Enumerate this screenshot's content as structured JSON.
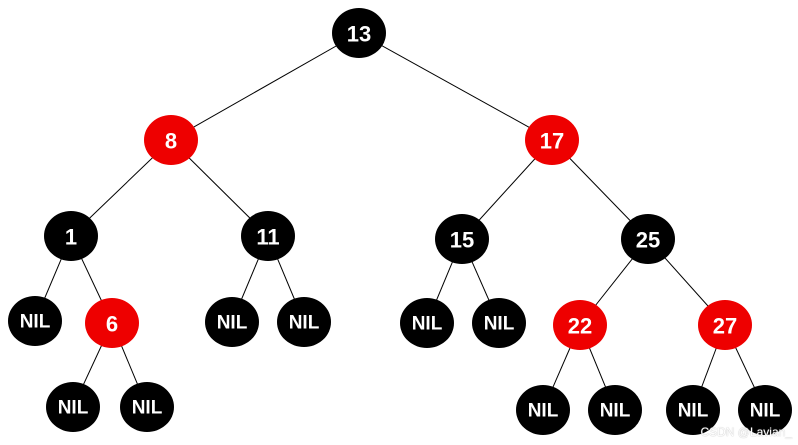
{
  "colors": {
    "red": "#ee0000",
    "black": "#000000",
    "edge": "#000000",
    "label": "#ffffff"
  },
  "tree": {
    "nodes": [
      {
        "id": "n13",
        "label": "13",
        "color": "black"
      },
      {
        "id": "n8",
        "label": "8",
        "color": "red"
      },
      {
        "id": "n17",
        "label": "17",
        "color": "red"
      },
      {
        "id": "n1",
        "label": "1",
        "color": "black"
      },
      {
        "id": "n11",
        "label": "11",
        "color": "black"
      },
      {
        "id": "n15",
        "label": "15",
        "color": "black"
      },
      {
        "id": "n25",
        "label": "25",
        "color": "black"
      },
      {
        "id": "nil1",
        "label": "NIL",
        "color": "black"
      },
      {
        "id": "n6",
        "label": "6",
        "color": "red"
      },
      {
        "id": "nil2",
        "label": "NIL",
        "color": "black"
      },
      {
        "id": "nil3",
        "label": "NIL",
        "color": "black"
      },
      {
        "id": "nil4",
        "label": "NIL",
        "color": "black"
      },
      {
        "id": "nil5",
        "label": "NIL",
        "color": "black"
      },
      {
        "id": "n22",
        "label": "22",
        "color": "red"
      },
      {
        "id": "n27",
        "label": "27",
        "color": "red"
      },
      {
        "id": "nil6",
        "label": "NIL",
        "color": "black"
      },
      {
        "id": "nil7",
        "label": "NIL",
        "color": "black"
      },
      {
        "id": "nil8",
        "label": "NIL",
        "color": "black"
      },
      {
        "id": "nil9",
        "label": "NIL",
        "color": "black"
      },
      {
        "id": "nil10",
        "label": "NIL",
        "color": "black"
      },
      {
        "id": "nil11",
        "label": "NIL",
        "color": "black"
      }
    ],
    "edges": [
      [
        "n13",
        "n8"
      ],
      [
        "n13",
        "n17"
      ],
      [
        "n8",
        "n1"
      ],
      [
        "n8",
        "n11"
      ],
      [
        "n17",
        "n15"
      ],
      [
        "n17",
        "n25"
      ],
      [
        "n1",
        "nil1"
      ],
      [
        "n1",
        "n6"
      ],
      [
        "n11",
        "nil2"
      ],
      [
        "n11",
        "nil3"
      ],
      [
        "n15",
        "nil4"
      ],
      [
        "n15",
        "nil5"
      ],
      [
        "n25",
        "n22"
      ],
      [
        "n25",
        "n27"
      ],
      [
        "n6",
        "nil6"
      ],
      [
        "n6",
        "nil7"
      ],
      [
        "n22",
        "nil8"
      ],
      [
        "n22",
        "nil9"
      ],
      [
        "n27",
        "nil10"
      ],
      [
        "n27",
        "nil11"
      ]
    ]
  },
  "watermark": "CSDN @Lavian_"
}
